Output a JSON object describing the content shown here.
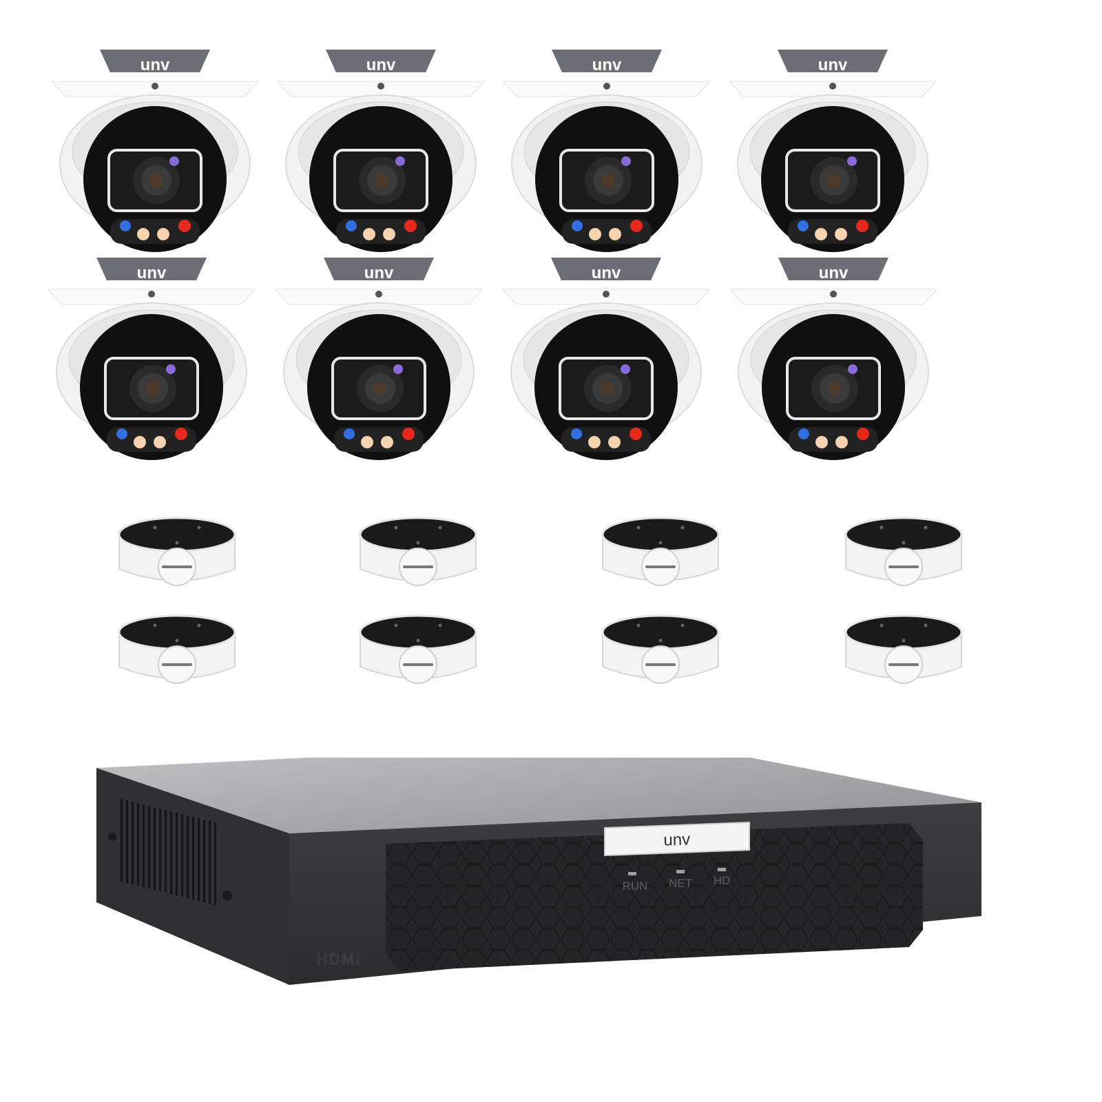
{
  "brand": "UNV",
  "colors": {
    "background": "#ffffff",
    "camera_body": "#f2f2f2",
    "camera_face": "#101010",
    "brand_tab": "#6b6f75",
    "led_blue": "#2f6fe0",
    "led_red": "#e8281c",
    "led_warm": "#f6d3b0",
    "nvr_body": "#3a3b3d",
    "nvr_top": "#a9abae"
  },
  "cameras": [
    {
      "label": "unv"
    },
    {
      "label": "unv"
    },
    {
      "label": "unv"
    },
    {
      "label": "unv"
    },
    {
      "label": "unv"
    },
    {
      "label": "unv"
    },
    {
      "label": "unv"
    },
    {
      "label": "unv"
    }
  ],
  "mounts_count": 8,
  "nvr": {
    "badge": "unv",
    "indicators": [
      "RUN",
      "NET",
      "HD"
    ],
    "port_label": "HDMI"
  }
}
